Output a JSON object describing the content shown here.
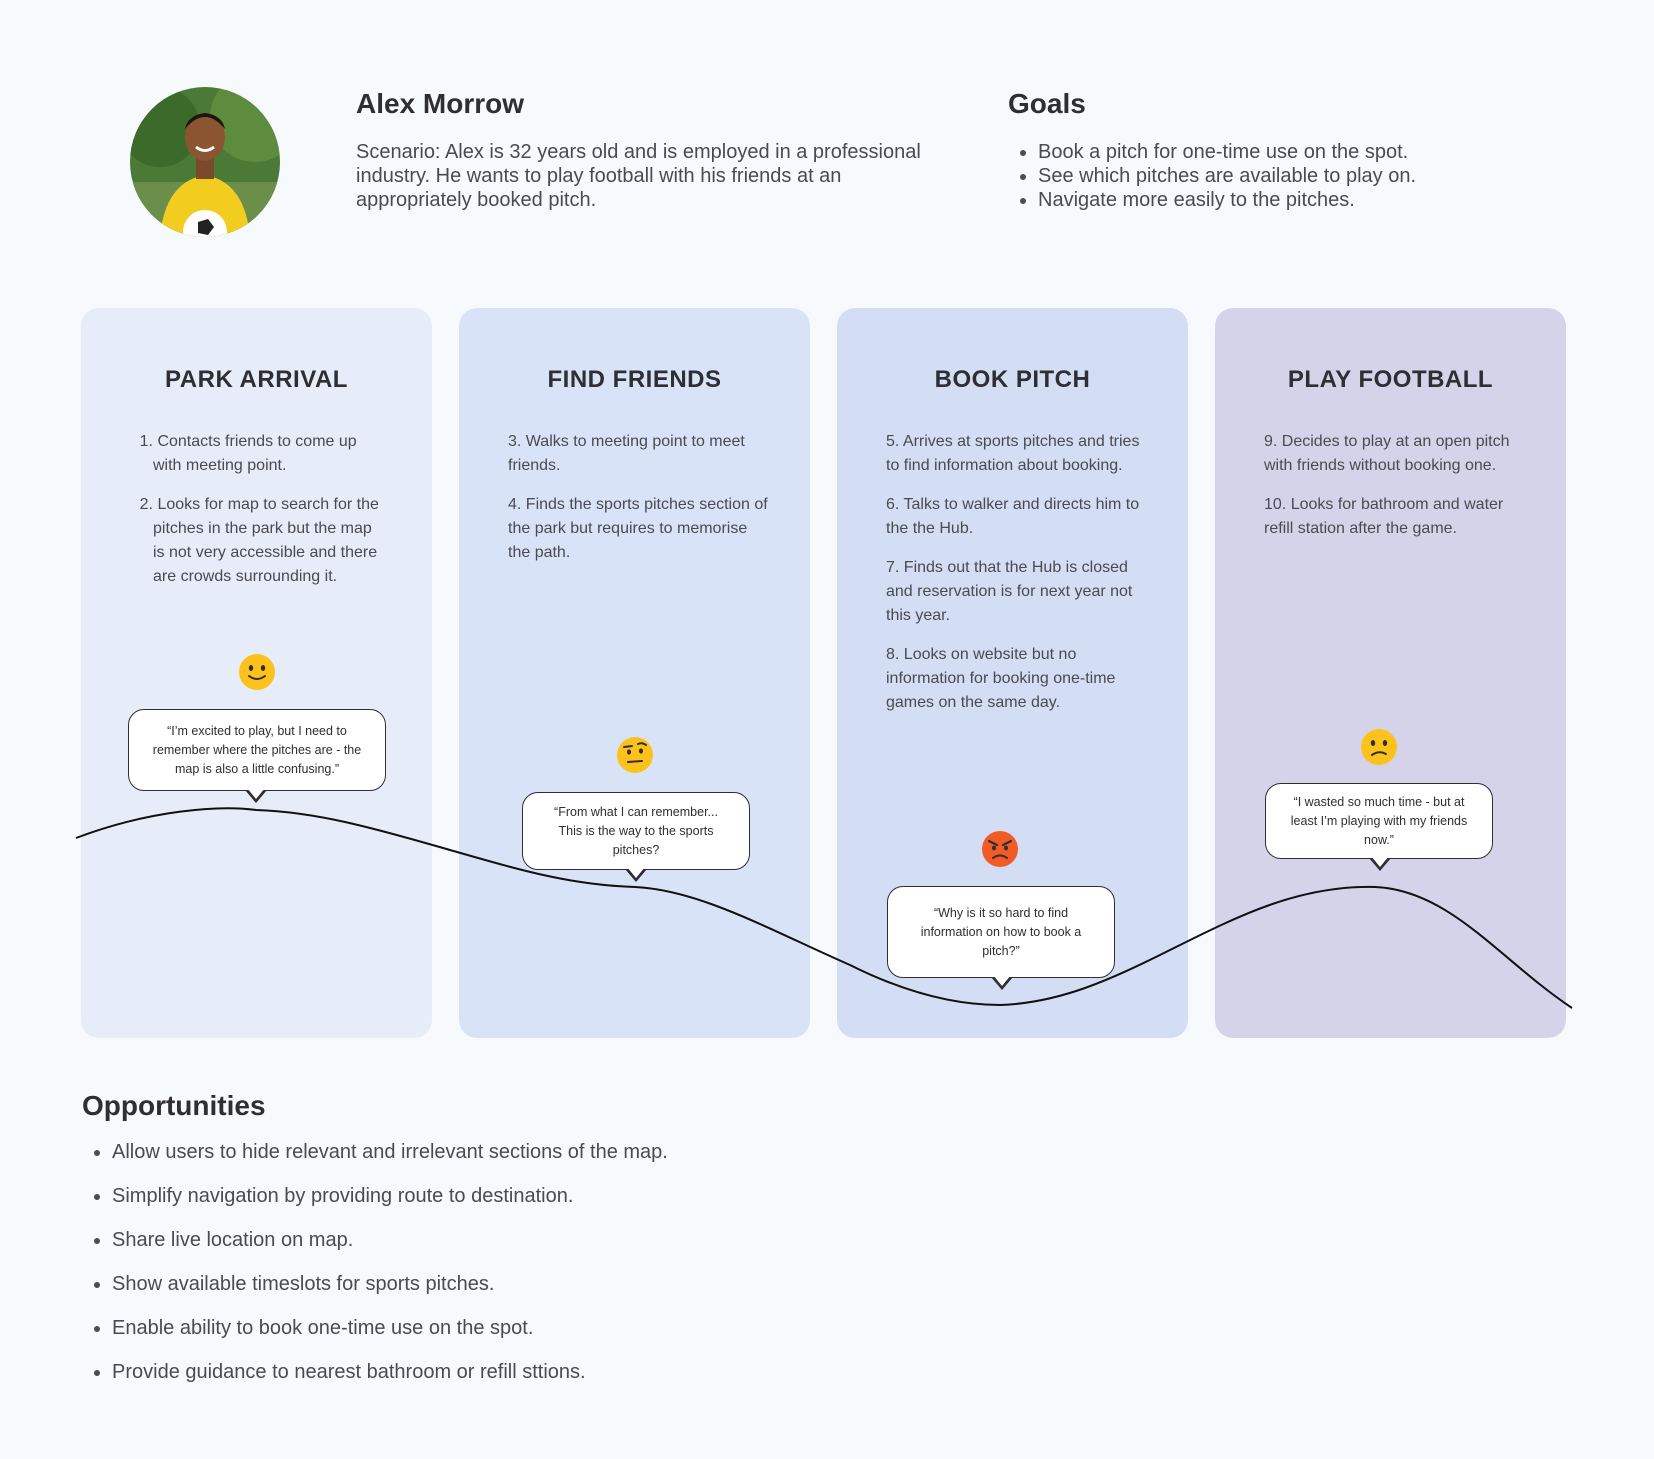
{
  "persona": {
    "name": "Alex Morrow",
    "scenario": "Scenario: Alex is 32 years old and is employed in a professional industry. He wants to play football with his friends at an appropriately booked pitch."
  },
  "goals": {
    "title": "Goals",
    "items": [
      "Book a pitch for one-time use on the spot.",
      "See which pitches are available to play on.",
      "Navigate more easily to the pitches."
    ]
  },
  "stages": [
    {
      "title": "PARK ARRIVAL",
      "steps": [
        {
          "num": "1.",
          "text": "Contacts friends to come up with meeting point."
        },
        {
          "num": "2.",
          "text": "Looks for map to search for the pitches in the park but the map is not very accessible and there are crowds surrounding it."
        }
      ],
      "emotion": "slightly-smiling-face-icon",
      "quote": "“I’m excited to play, but I need to remember where the pitches are - the map is also a little confusing.”"
    },
    {
      "title": "FIND FRIENDS",
      "steps": [
        "3. Walks to meeting point to meet friends.",
        "4. Finds the sports pitches section of the park but requires to memorise the path."
      ],
      "emotion": "raised-eyebrow-face-icon",
      "quote": "“From what I can remember... This is the way to the sports pitches?"
    },
    {
      "title": "BOOK PITCH",
      "steps": [
        "5. Arrives at sports pitches and tries to find information about booking.",
        "6. Talks to walker and directs him to the the Hub.",
        "7. Finds out that the Hub is closed and reservation is for next year not this year.",
        "8. Looks on website but no information for booking one-time games on the same day."
      ],
      "emotion": "angry-face-icon",
      "quote": "“Why is it so hard to find information on how to book a pitch?”"
    },
    {
      "title": "PLAY FOOTBALL",
      "steps": [
        "9. Decides to play at an open pitch with friends without booking one.",
        "10. Looks for bathroom and water refill station after the game."
      ],
      "emotion": "confused-face-icon",
      "quote": "“I wasted so much time - but at least I’m playing with my friends now.”"
    }
  ],
  "opportunities": {
    "title": "Opportunities",
    "items": [
      "Allow users to hide relevant and irrelevant sections of the map.",
      "Simplify navigation by providing route to destination.",
      "Share live location on map.",
      "Show available timeslots for sports pitches.",
      "Enable ability to book one-time use on the spot.",
      "Provide guidance to nearest bathroom or refill sttions."
    ]
  },
  "colors": {
    "stage1": "#e6ecf8",
    "stage2": "#d9e3f8",
    "stage3": "#d3ddf4",
    "stage4": "#d5d3ea",
    "emoji": "#fcc21b",
    "angry": "#f25a26"
  }
}
